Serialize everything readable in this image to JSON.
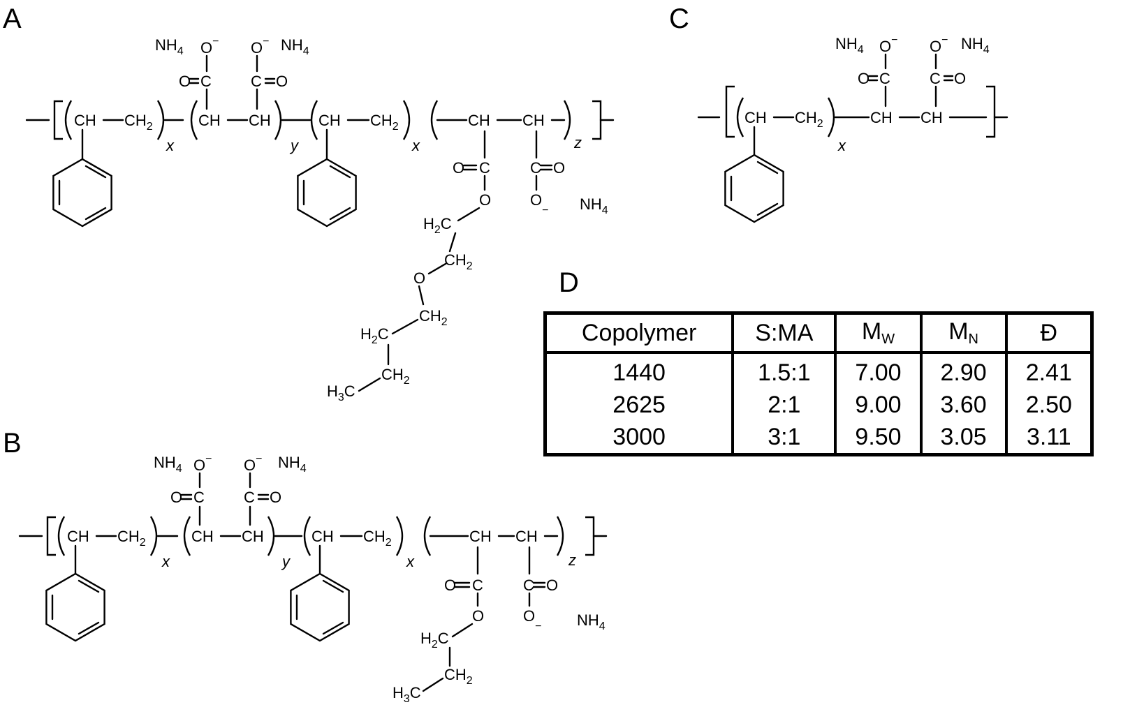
{
  "panels": {
    "a": "A",
    "b": "B",
    "c": "C",
    "d": "D"
  },
  "groups": {
    "nh4": "NH",
    "nh4_sub": "4",
    "o": "O",
    "o_minus": "−",
    "c": "C",
    "eq": "=",
    "ch": "CH",
    "ch2": "CH",
    "two": "2",
    "h2c": "H",
    "c_after": "C",
    "h3c": "H",
    "three": "3"
  },
  "indices": {
    "x": "x",
    "y": "y",
    "z": "z"
  },
  "table": {
    "headers": {
      "copolymer": "Copolymer",
      "ratio": "S:MA",
      "mw": "M",
      "mw_sub": "W",
      "mn": "M",
      "mn_sub": "N",
      "dispersity": "Đ"
    },
    "rows": [
      {
        "copolymer": "1440",
        "ratio": "1.5:1",
        "mw": "7.00",
        "mn": "2.90",
        "dispersity": "2.41"
      },
      {
        "copolymer": "2625",
        "ratio": "2:1",
        "mw": "9.00",
        "mn": "3.60",
        "dispersity": "2.50"
      },
      {
        "copolymer": "3000",
        "ratio": "3:1",
        "mw": "9.50",
        "mn": "3.05",
        "dispersity": "3.11"
      }
    ]
  }
}
